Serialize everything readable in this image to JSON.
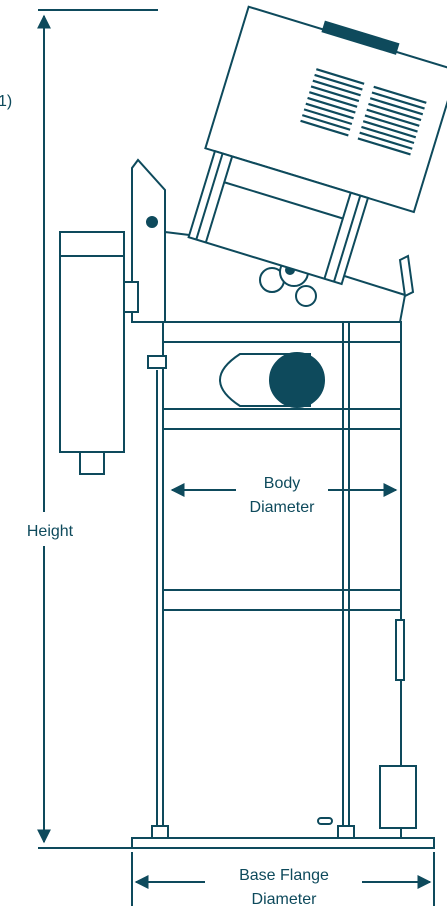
{
  "labels": {
    "edge_fragment": "1)",
    "height": "Height",
    "body_diameter_line1": "Body",
    "body_diameter_line2": "Diameter",
    "base_flange_line1": "Base Flange",
    "base_flange_line2": "Diameter"
  },
  "colors": {
    "ink": "#0e4a5c",
    "background": "#ffffff"
  }
}
